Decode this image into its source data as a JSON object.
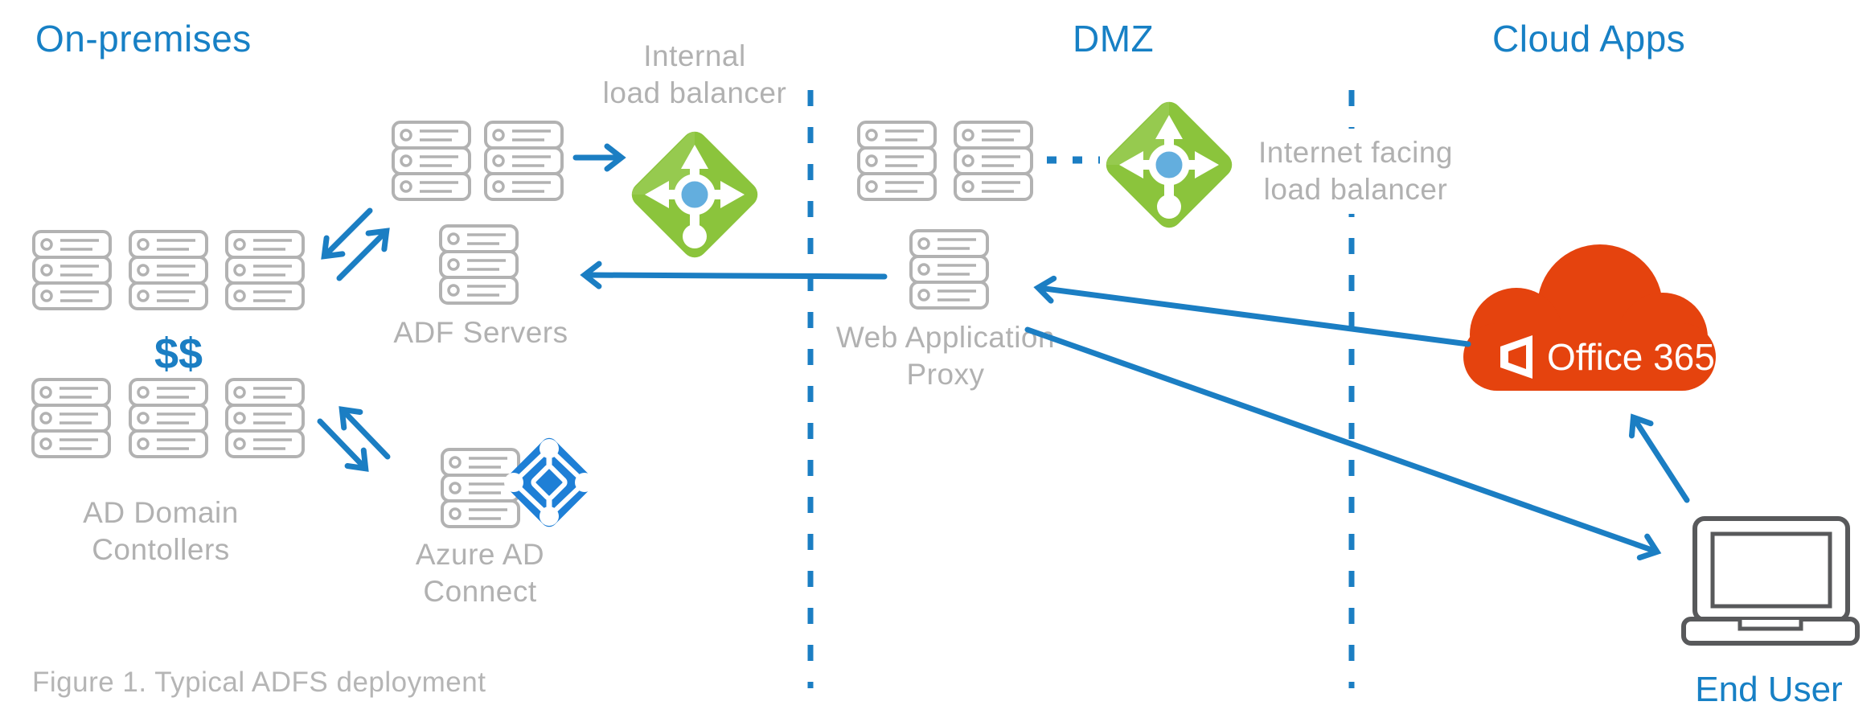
{
  "figure": {
    "caption": "Figure 1. Typical ADFS deployment"
  },
  "sections": {
    "on_premises": {
      "title": "On-premises"
    },
    "dmz": {
      "title": "DMZ"
    },
    "cloud_apps": {
      "title": "Cloud Apps"
    }
  },
  "nodes": {
    "internal_lb": {
      "label_line1": "Internal",
      "label_line2": "load balancer"
    },
    "adf_servers": {
      "label": "ADF Servers"
    },
    "ad_domain_controllers": {
      "label_line1": "AD Domain",
      "label_line2": "Contollers",
      "cost_note": "$$"
    },
    "azure_ad_connect": {
      "label_line1": "Azure AD",
      "label_line2": "Connect"
    },
    "web_application_proxy": {
      "label_line1": "Web Application",
      "label_line2": "Proxy"
    },
    "internet_lb": {
      "label_line1": "Internet facing",
      "label_line2": "load balancer"
    },
    "office365": {
      "label": "Office 365"
    },
    "end_user": {
      "label": "End User"
    }
  },
  "icons": {
    "server_stack": "server-stack-icon",
    "load_balancer": "load-balancer-diamond-icon",
    "azure_ad": "azure-ad-diamond-icon",
    "office_cloud": "office365-cloud-icon",
    "laptop": "laptop-icon"
  },
  "colors": {
    "accent_blue": "#1780c5",
    "arrow_blue": "#1b7ec3",
    "diagram_gray": "#b2b2b2",
    "label_gray": "#b1b1b1",
    "lb_green": "#8bc43c",
    "hub_blue": "#63aede",
    "azure_blue": "#1e7fd6",
    "office_orange": "#e5430e",
    "laptop_gray": "#58595b"
  }
}
